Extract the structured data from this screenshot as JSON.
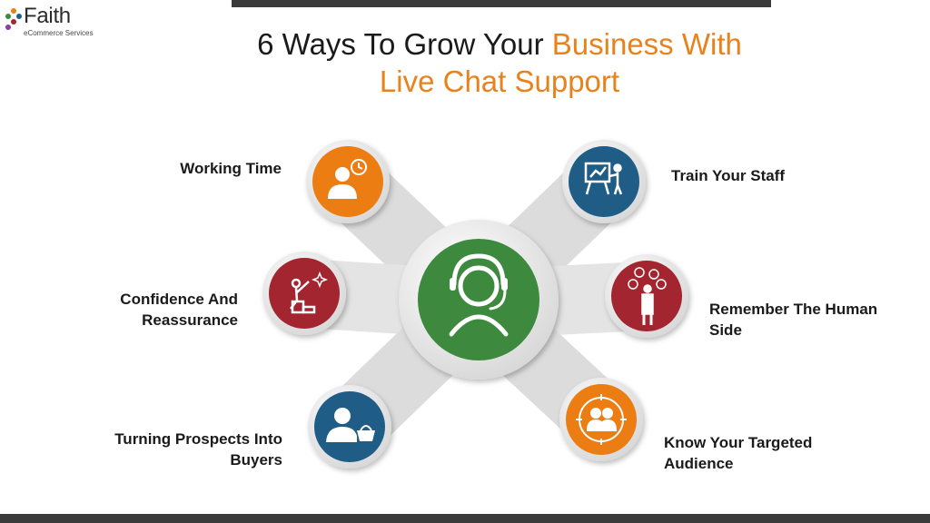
{
  "logo": {
    "name": "Faith",
    "tagline": "eCommerce Services"
  },
  "title": {
    "part1": "6 Ways To Grow Your ",
    "highlight_line1": "Business With",
    "highlight_line2": "Live Chat Support"
  },
  "items": [
    {
      "label": "Working Time",
      "icon": "person-clock-icon",
      "color": "#ec7d12"
    },
    {
      "label": "Train Your Staff",
      "icon": "presentation-icon",
      "color": "#1f5d87"
    },
    {
      "label_line1": "Confidence And",
      "label_line2": "Reassurance",
      "icon": "climbing-person-icon",
      "color": "#a3252f"
    },
    {
      "label_line1": "Remember The Human",
      "label_line2": "Side",
      "icon": "human-network-icon",
      "color": "#a3252f"
    },
    {
      "label_line1": "Turning Prospects Into",
      "label_line2": "Buyers",
      "icon": "person-basket-icon",
      "color": "#1f5d87"
    },
    {
      "label_line1": "Know Your Targeted",
      "label_line2": "Audience",
      "icon": "target-audience-icon",
      "color": "#ec7d12"
    }
  ],
  "center": {
    "icon": "headset-support-icon",
    "color": "#3d8a3e"
  }
}
